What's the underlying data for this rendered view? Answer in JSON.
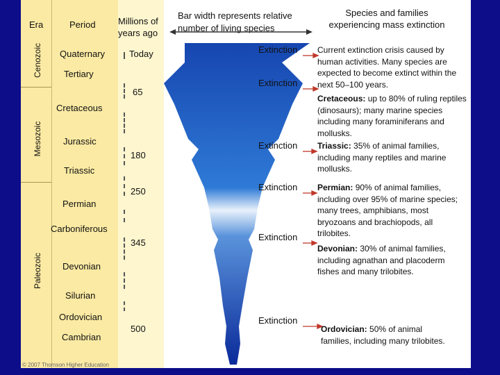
{
  "header": {
    "era": "Era",
    "period": "Period",
    "mya": "Millions of years ago",
    "bar_note": "Bar width represents relative number of living species",
    "species_title": "Species and families experiencing mass extinction"
  },
  "eras": [
    {
      "name": "Cenozoic"
    },
    {
      "name": "Mesozoic"
    },
    {
      "name": "Paleozoic"
    }
  ],
  "periods": [
    "Quaternary",
    "Tertiary",
    "Cretaceous",
    "Jurassic",
    "Triassic",
    "Permian",
    "Carboniferous",
    "Devonian",
    "Silurian",
    "Ordovician",
    "Cambrian"
  ],
  "mya_labels": [
    "Today",
    "65",
    "180",
    "250",
    "345",
    "500"
  ],
  "extinction_label": "Extinction",
  "descriptions": {
    "current": "Current extinction crisis caused by human activities. Many species are expected to become extinct within the next 50–100 years.",
    "cretaceous_title": "Cretaceous:",
    "cretaceous": " up to 80% of ruling reptiles (dinosaurs); many marine species including many foraminiferans and mollusks.",
    "triassic_title": "Triassic:",
    "triassic": " 35% of animal families, including many reptiles and marine mollusks.",
    "permian_title": "Permian:",
    "permian": " 90% of animal families, including over 95% of marine species; many trees, amphibians, most bryozoans and brachiopods, all trilobites.",
    "devonian_title": "Devonian:",
    "devonian": " 30% of animal families, including agnathan and placoderm fishes and many trilobites.",
    "ordovician_title": "Ordovician:",
    "ordovician": " 50% of animal families, including many trilobites."
  },
  "footer": "© 2007 Thomson Higher Education",
  "colors": {
    "background": "#0d0d8a",
    "era_column": "#fbeaa3",
    "extinction_arrow": "#c0392b",
    "funnel_top": "#1f5fbf",
    "funnel_bottom": "#0a2a9a"
  }
}
